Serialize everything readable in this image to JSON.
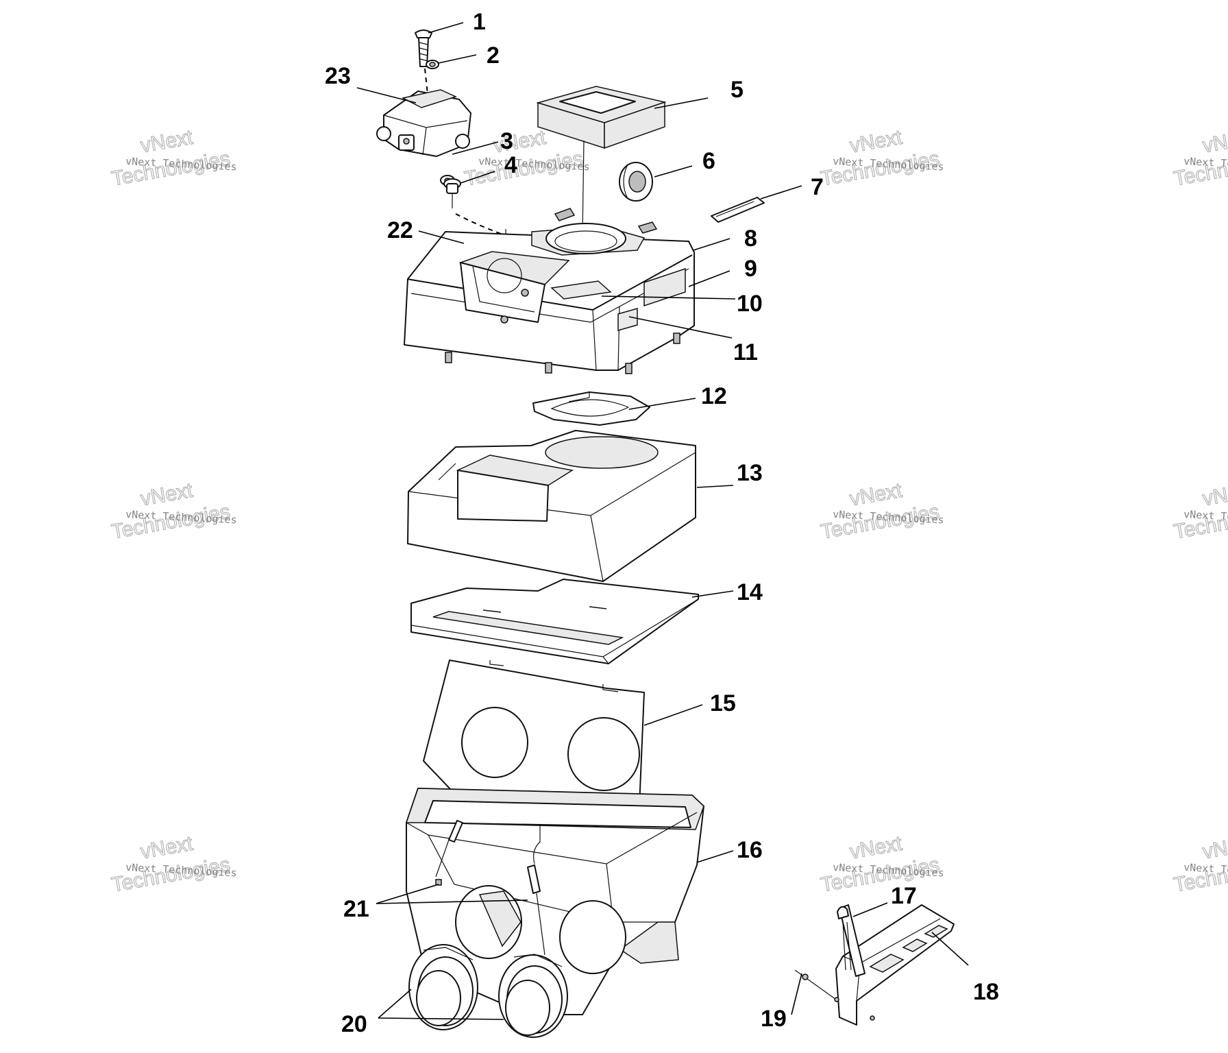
{
  "diagram": {
    "callouts": [
      "1",
      "2",
      "3",
      "4",
      "5",
      "6",
      "7",
      "8",
      "9",
      "10",
      "11",
      "12",
      "13",
      "14",
      "15",
      "16",
      "17",
      "18",
      "19",
      "20",
      "21",
      "22",
      "23"
    ]
  },
  "watermark": {
    "brand_small": "vNext Technologies",
    "brand_big_top": "vNext",
    "brand_big_bottom": "Technologies"
  }
}
